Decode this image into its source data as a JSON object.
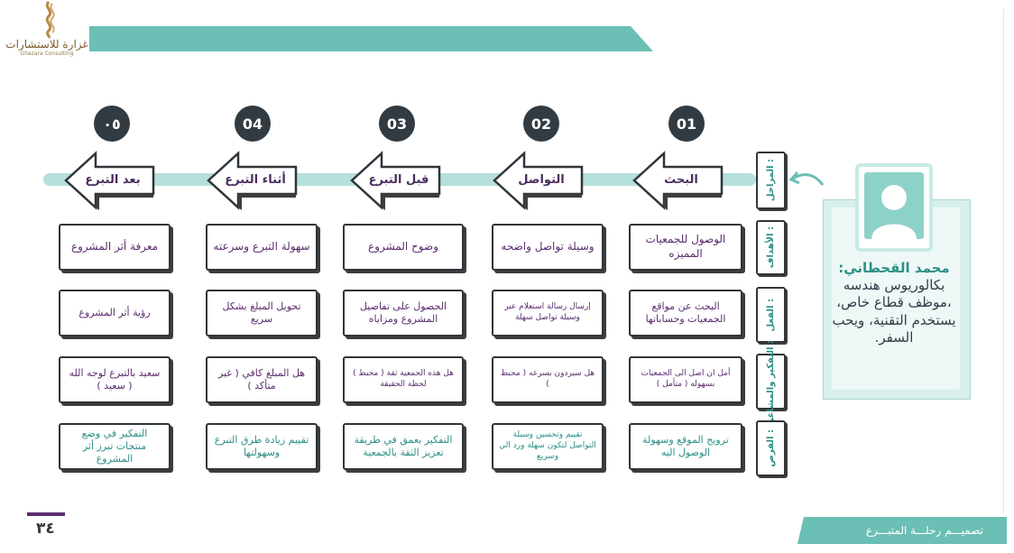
{
  "brand": {
    "name_ar": "غزارة للاستشارات",
    "name_en": "Ghazara Consulting"
  },
  "steps": [
    {
      "number": "01",
      "stage": "البحث"
    },
    {
      "number": "02",
      "stage": "التواصل"
    },
    {
      "number": "03",
      "stage": "قبل التبرع"
    },
    {
      "number": "04",
      "stage": "أثناء التبرع"
    },
    {
      "number": "٠٥",
      "stage": "بعد التبرع"
    }
  ],
  "row_labels": {
    "stages": "المراحل :",
    "goals": "الأهداف :",
    "action": "الفعل :",
    "thinking": "التفكير والمشاعر :",
    "opportunities": "الفرص :"
  },
  "goals": [
    "الوصول للجمعيات المميزه",
    "وسيلة تواصل واضحه",
    "وضوح المشروع",
    "سهولة التبرع وسرعته",
    "معرفة أثر المشروع"
  ],
  "actions": [
    "البحث عن مواقع الجمعيات وحساباتها",
    "إرسال رسالة استعلام عبر وسيلة تواصل سهلة",
    "الحصول على تفاصيل المشروع ومزاياه",
    "تحويل المبلغ بشكل سريع",
    "رؤية أثر المشروع"
  ],
  "thinking": [
    "أمل ان اصل الى الجمعيات بسهوله ( متأمل )",
    "هل سيردون بسرعه ( محبط )",
    "هل هذه الجمعية ثقة ( محبط ) لحظة الحقيقة",
    "هل المبلغ كافي ( غير متأكد )",
    "سعيد بالتبرع لوجه الله ( سعيد )"
  ],
  "opportunities": [
    "ترويج الموقع وسهولة الوصول اليه",
    "تقييم وتحسين وسيلة التواصل لتكون سهلة ورد الي وسريع",
    "التفكير بعمق في طريقة تعزيز الثقة بالجمعية",
    "تقييم زيادة طرق التبرع وسهولتها",
    "التفكير في وضع منتجات تبرز أثر المشروع"
  ],
  "persona": {
    "name": "محمد القحطاني:",
    "description": "بكالوريوس هندسه ،موظف قطاع خاص، يستخدم التقنية، ويحب السفر."
  },
  "footer": {
    "page_number": "٣٤",
    "title": "تصميـــم رحلـــة المتبـــرع"
  },
  "colors": {
    "teal": "#6bbfb5",
    "purple": "#5b2d6e",
    "dark": "#333b42"
  }
}
